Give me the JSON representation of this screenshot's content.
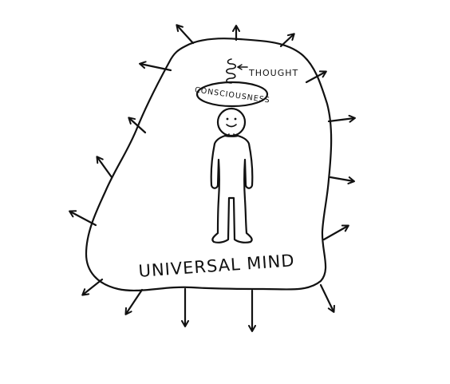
{
  "labels": {
    "universal": "UNIVERSAL MIND",
    "thought": "THOUGHT",
    "consciousness": "CONSCIOUSNESS"
  },
  "colors": {
    "ink": "#111111",
    "background": "#ffffff"
  }
}
